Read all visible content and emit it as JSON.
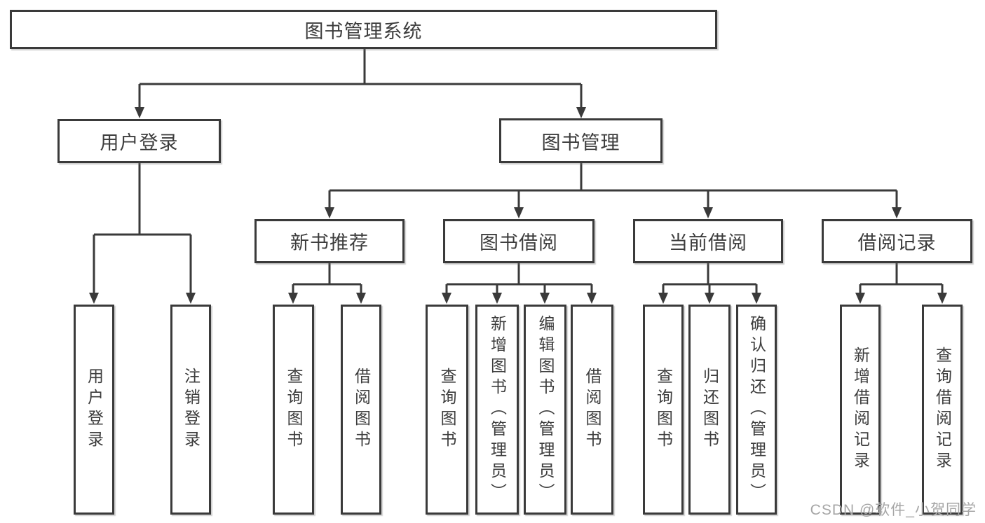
{
  "diagram": {
    "root": {
      "label": "图书管理系统"
    },
    "level1": {
      "user_login": {
        "label": "用户登录"
      },
      "book_mgmt": {
        "label": "图书管理"
      }
    },
    "level2": {
      "new_books": {
        "label": "新书推荐"
      },
      "book_borrow": {
        "label": "图书借阅"
      },
      "current_borrow": {
        "label": "当前借阅"
      },
      "borrow_records": {
        "label": "借阅记录"
      }
    },
    "leaves": {
      "login": [
        "用户登录",
        "注销登录"
      ],
      "new_books": [
        "查询图书",
        "借阅图书"
      ],
      "borrow": [
        "查询图书",
        "新增图书（管理员）",
        "编辑图书（管理员）",
        "借阅图书"
      ],
      "current": [
        "查询图书",
        "归还图书",
        "确认归还（管理员）"
      ],
      "records": [
        "新增借阅记录",
        "查询借阅记录"
      ]
    },
    "colors": {
      "line": "#3a3a3a",
      "box_border": "#3a3a3a",
      "box_fill": "#ffffff",
      "text": "#3d3d3d",
      "watermark": "#a6a6a6",
      "background": "#ffffff"
    }
  },
  "watermark": "CSDN @软件_小贺同学"
}
